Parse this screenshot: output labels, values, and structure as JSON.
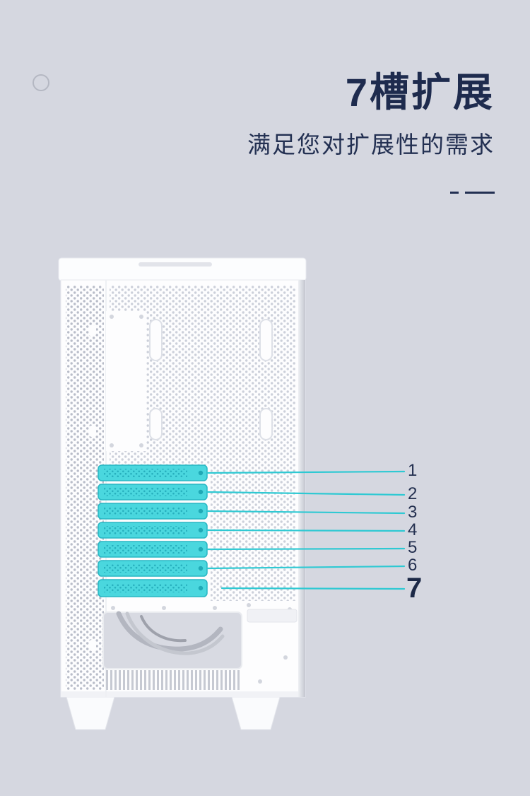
{
  "page": {
    "background_color": "#d5d7e0",
    "accent_color": "#2fc9d3",
    "heading_color": "#1e2b4e",
    "slot_highlight_color": "#4ad7de"
  },
  "header": {
    "title": "7槽扩展",
    "subtitle": "满足您对扩展性的需求"
  },
  "callouts": {
    "slots": [
      {
        "label": "1"
      },
      {
        "label": "2"
      },
      {
        "label": "3"
      },
      {
        "label": "4"
      },
      {
        "label": "5"
      },
      {
        "label": "6"
      },
      {
        "label": "7"
      }
    ]
  }
}
